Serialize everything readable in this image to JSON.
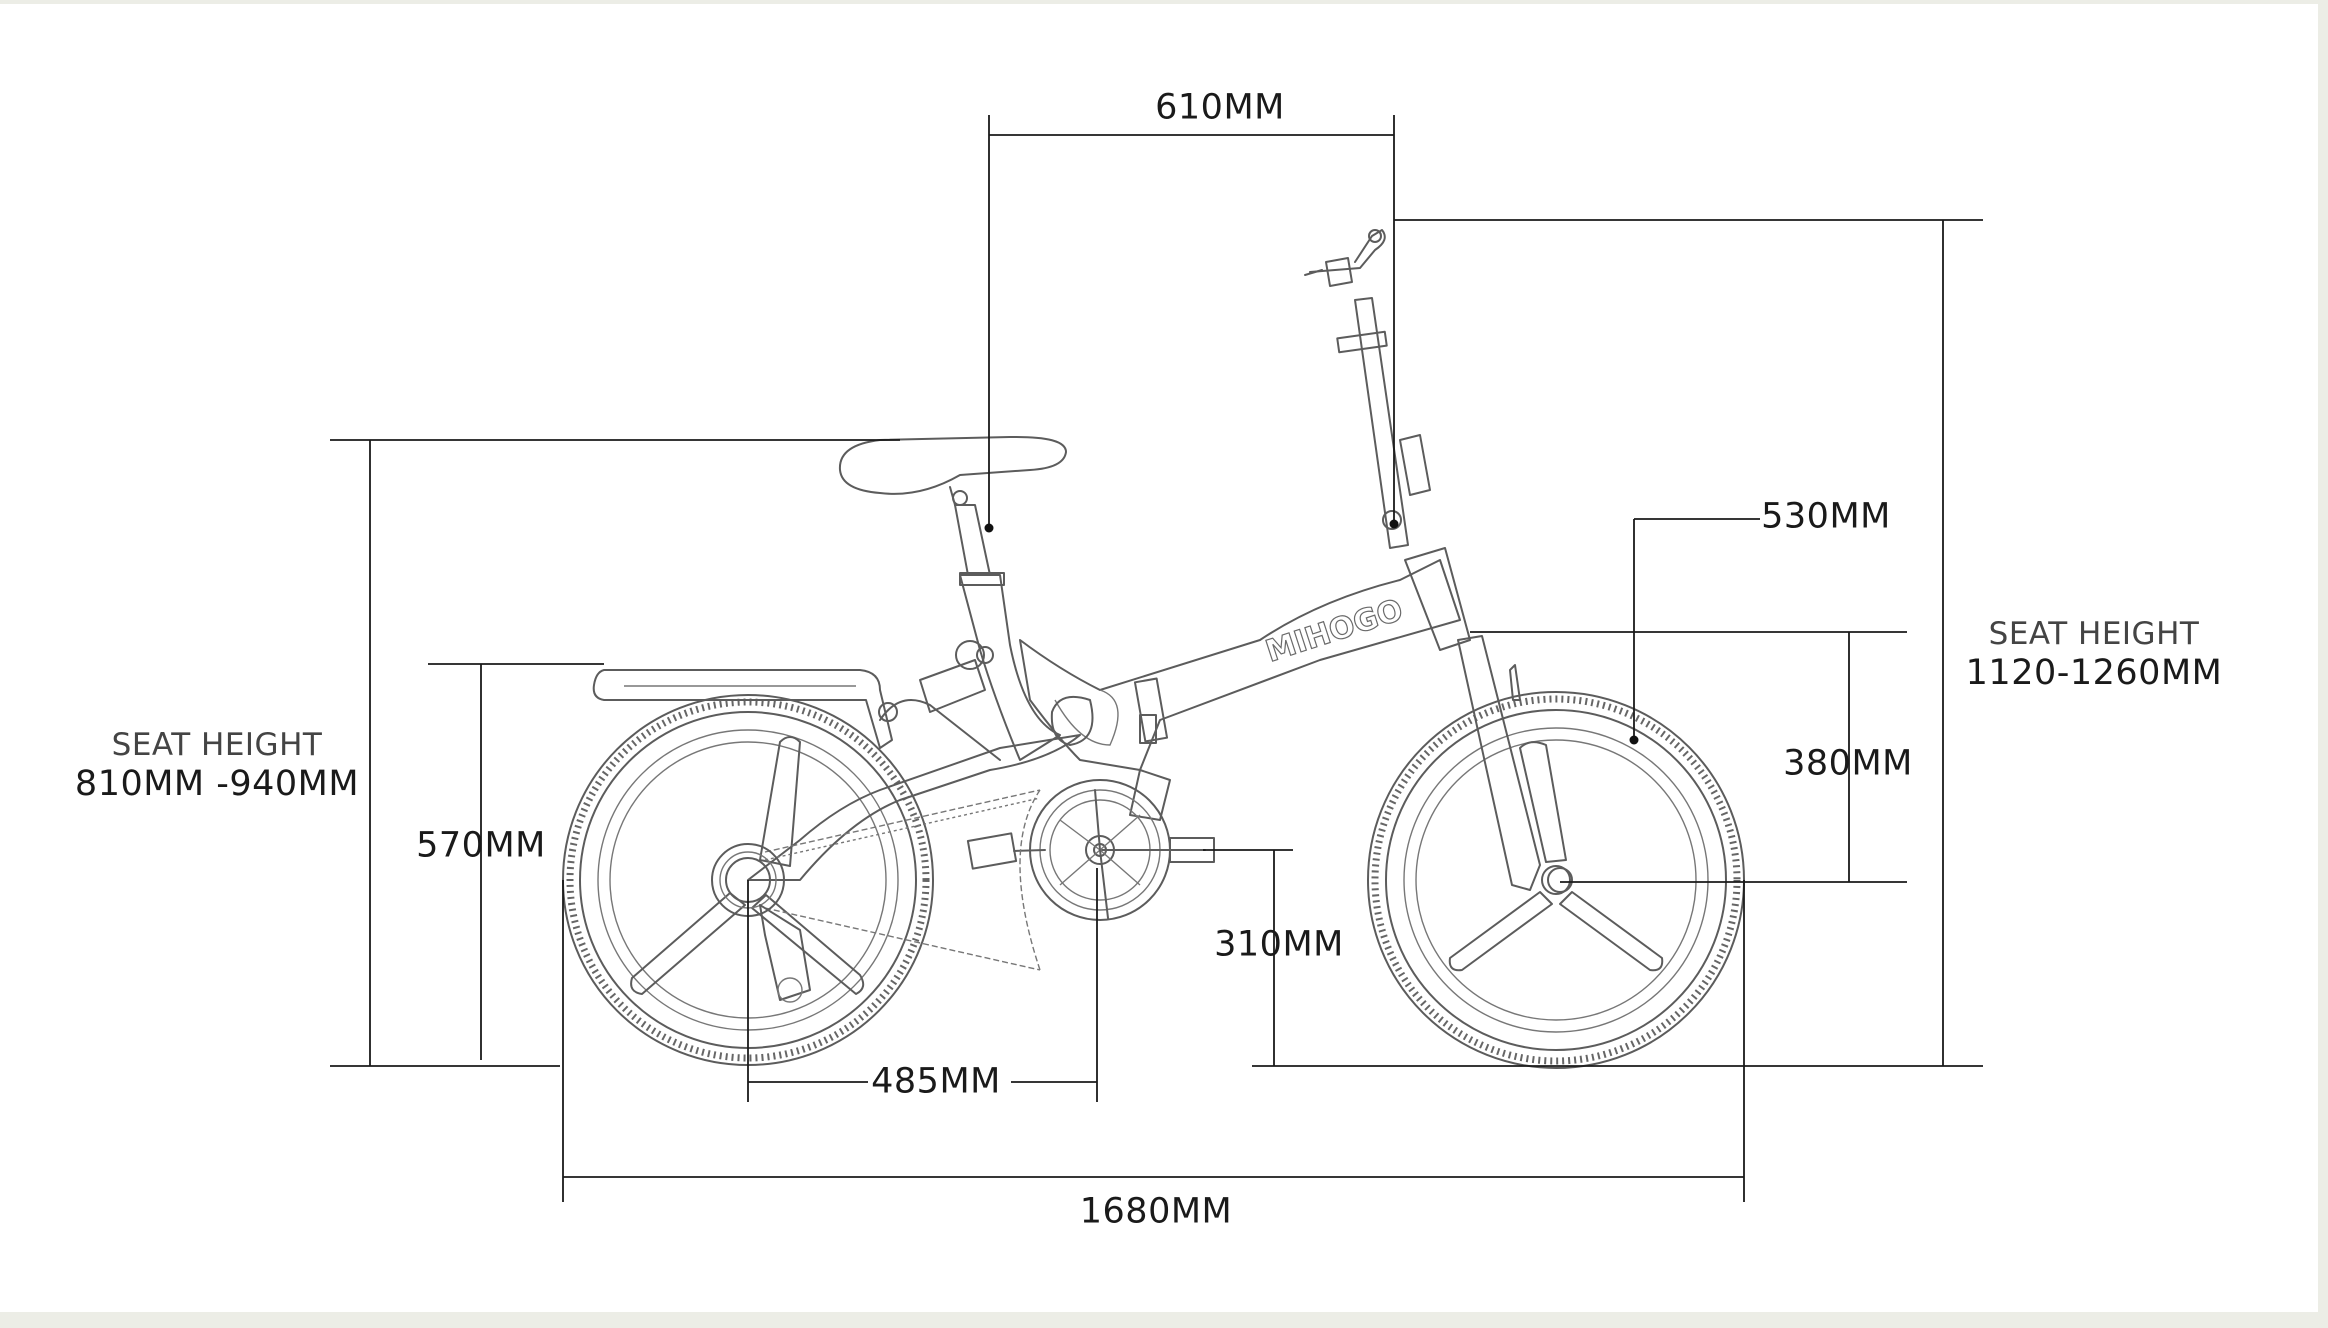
{
  "dimensions": {
    "handlebar_reach": "610MM",
    "fork_to_wheel": "530MM",
    "seat_height_left_label": "SEAT HEIGHT",
    "seat_height_left_value": "810MM -940MM",
    "seat_height_right_label": "SEAT HEIGHT",
    "seat_height_right_value": "1120-1260MM",
    "rack_height": "570MM",
    "wheel_radius": "380MM",
    "crank_height": "310MM",
    "rear_to_crank": "485MM",
    "total_length": "1680MM"
  },
  "brand_mark": "MIHOGO",
  "colors": {
    "background": "#ecede6",
    "board": "#ffffff",
    "dimension_lines": "#1a1a1a",
    "bike_outline": "#5c5c5c"
  }
}
